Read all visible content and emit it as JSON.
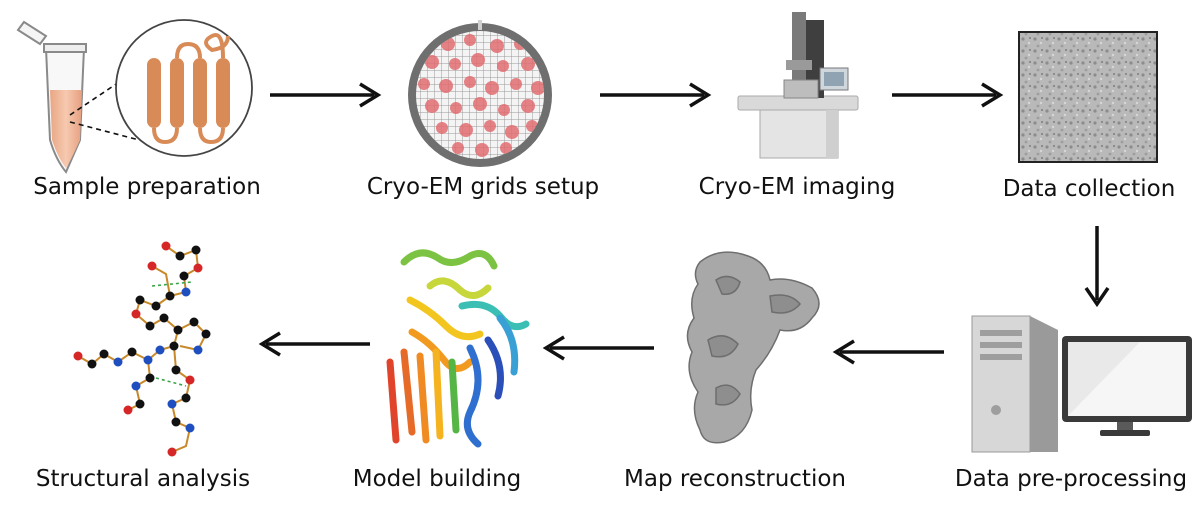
{
  "steps": {
    "sample_preparation": "Sample preparation",
    "grids_setup": "Cryo-EM grids setup",
    "imaging": "Cryo-EM imaging",
    "data_collection": "Data collection",
    "structural_analysis": "Structural analysis",
    "model_building": "Model building",
    "map_reconstruction": "Map reconstruction",
    "data_preprocessing": "Data pre-processing"
  },
  "colors": {
    "arrow": "#111111",
    "tube_fill": "#f2b99c",
    "helix": "#d98b57",
    "grid_circle": "#6f6f6f",
    "grid_dots": "#e06c70",
    "density_map": "#a8a8a8",
    "atom_carbon": "#111111",
    "atom_oxygen": "#d62728",
    "atom_nitrogen": "#1f4fbf",
    "bond": "#c8892a"
  }
}
